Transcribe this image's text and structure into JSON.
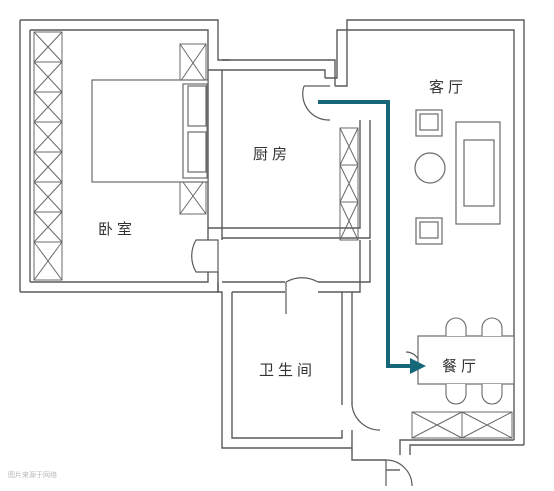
{
  "rooms": {
    "bedroom": "卧室",
    "kitchen": "厨房",
    "living_room": "客厅",
    "bathroom": "卫生间",
    "dining_room": "餐厅"
  },
  "watermark": "图片来源于网络",
  "colors": {
    "wall": "#5a5a5a",
    "wall_fill": "#f4f4f4",
    "furniture": "#6a6a6a",
    "route_arrow": "#17677a"
  }
}
